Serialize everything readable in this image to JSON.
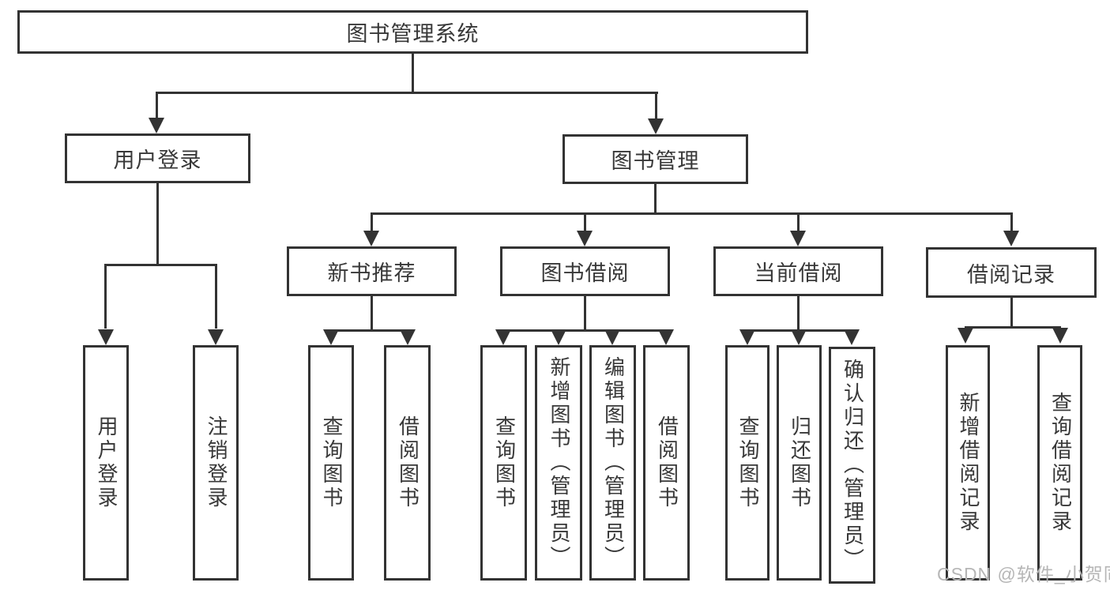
{
  "diagram": {
    "type": "hierarchy-tree",
    "colors": {
      "line": "#333333",
      "box_border": "#333333",
      "text": "#383838",
      "background": "#ffffff",
      "watermark": "#b6b6b6"
    }
  },
  "tree": {
    "label": "图书管理系统",
    "children": [
      {
        "label": "用户登录",
        "children": [
          {
            "label": "用户登录"
          },
          {
            "label": "注销登录"
          }
        ]
      },
      {
        "label": "图书管理",
        "children": [
          {
            "label": "新书推荐",
            "children": [
              {
                "label": "查询图书"
              },
              {
                "label": "借阅图书"
              }
            ]
          },
          {
            "label": "图书借阅",
            "children": [
              {
                "label": "查询图书"
              },
              {
                "label": "新增图书（管理员）"
              },
              {
                "label": "编辑图书（管理员）"
              },
              {
                "label": "借阅图书"
              }
            ]
          },
          {
            "label": "当前借阅",
            "children": [
              {
                "label": "查询图书"
              },
              {
                "label": "归还图书"
              },
              {
                "label": "确认归还（管理员）"
              }
            ]
          },
          {
            "label": "借阅记录",
            "children": [
              {
                "label": "新增借阅记录"
              },
              {
                "label": "查询借阅记录"
              }
            ]
          }
        ]
      }
    ]
  },
  "watermark": {
    "text": "CSDN @软件_小贺同学"
  }
}
